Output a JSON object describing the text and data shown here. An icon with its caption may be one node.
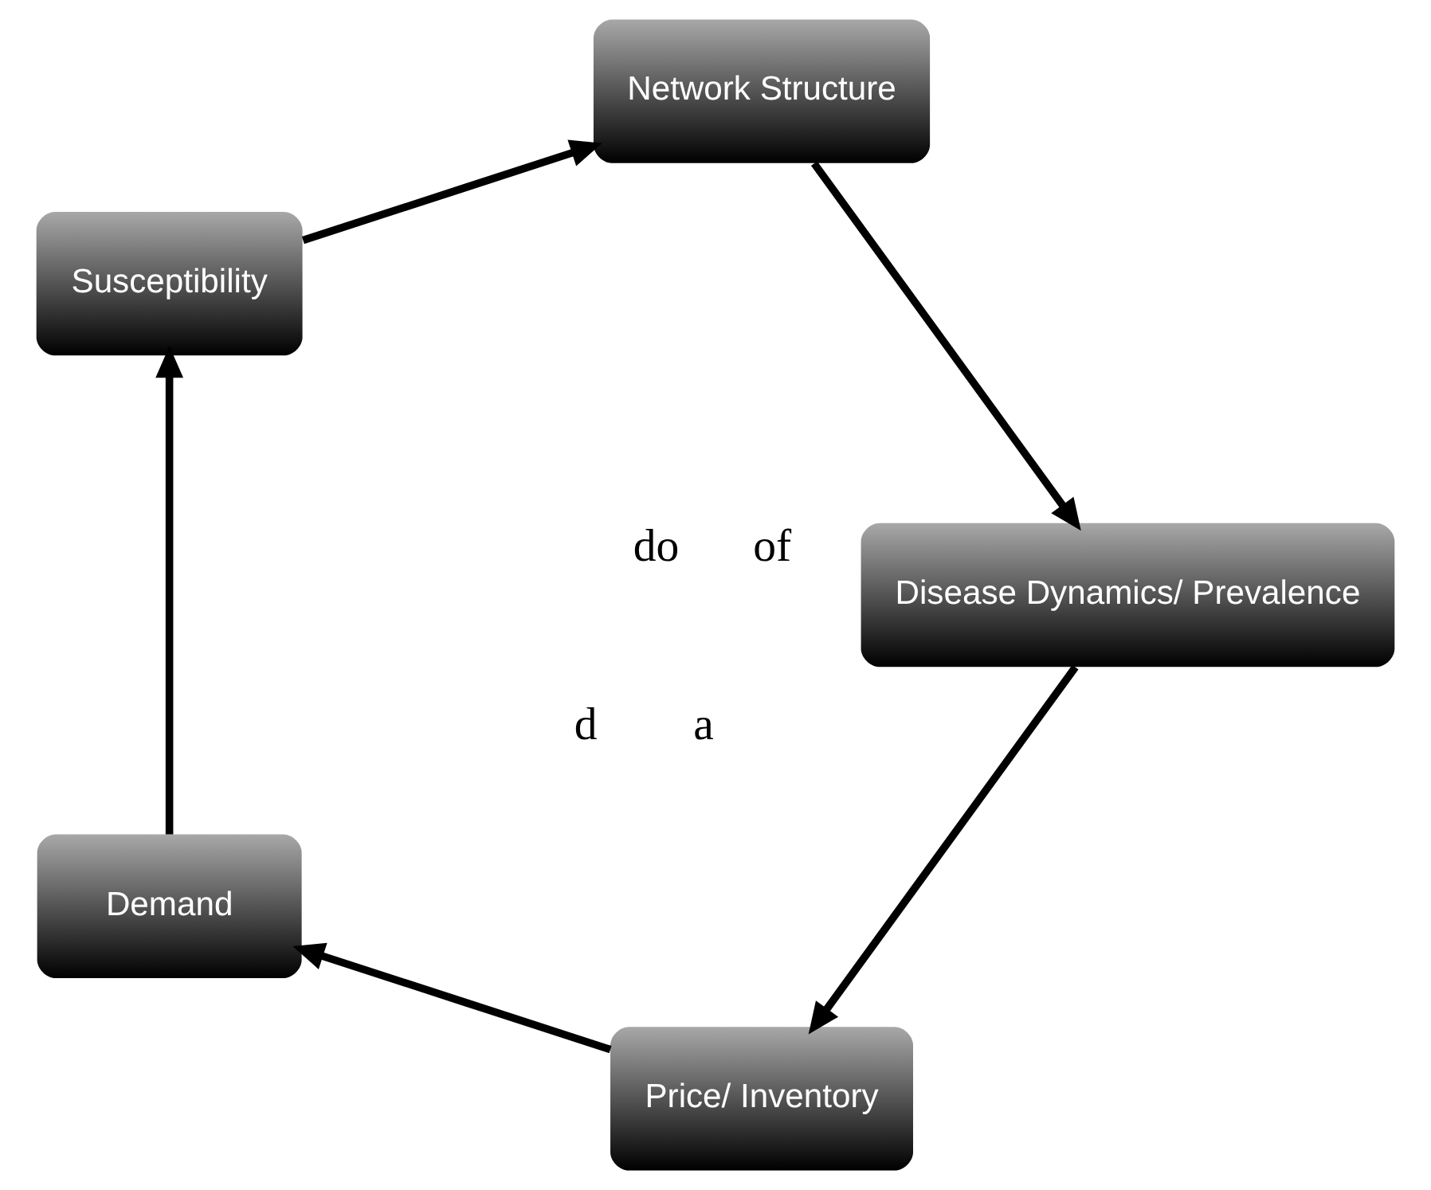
{
  "diagram": {
    "nodes": [
      {
        "text": [
          "Price/ Inventory"
        ]
      },
      {
        "text": [
          "Demand"
        ]
      },
      {
        "text": [
          "Susceptibility"
        ]
      },
      {
        "text": [
          "Network Structure"
        ]
      },
      {
        "text": [
          "Disease Dynamics/ Prevalence"
        ]
      }
    ],
    "edges": [
      {
        "from": 0,
        "to": 1,
        "arrow": "to"
      },
      {
        "from": 1,
        "to": 2,
        "arrow": "to"
      },
      {
        "from": 2,
        "to": 3,
        "arrow": "to"
      },
      {
        "from": 3,
        "to": 4,
        "arrow": "to"
      },
      {
        "from": 4,
        "to": 0,
        "arrow": "to"
      }
    ],
    "labels": [
      "d",
      "a",
      "of",
      "do"
    ]
  }
}
